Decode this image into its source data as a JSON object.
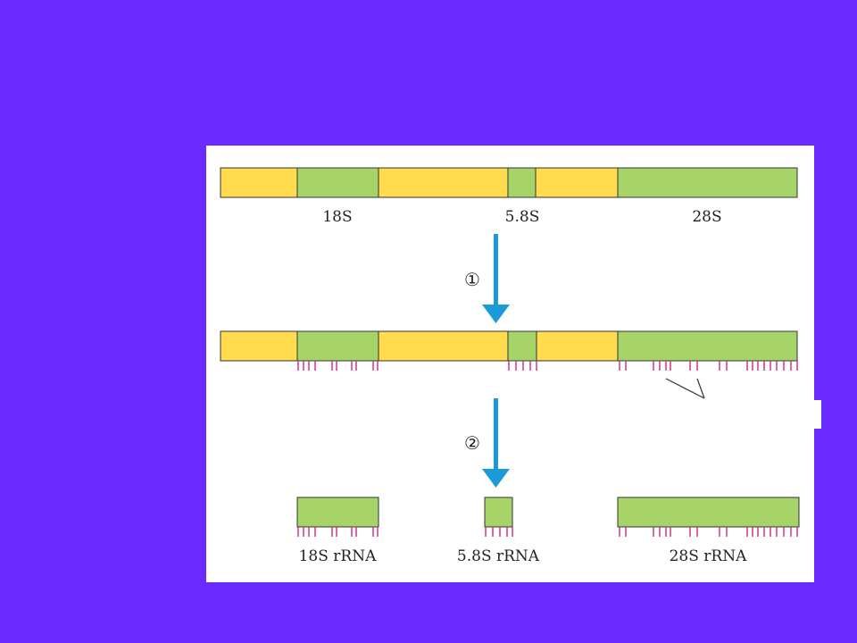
{
  "colors": {
    "background": "#6b2bff",
    "spacer": "#ffdb4d",
    "rrna": "#a6d469",
    "methyl_tick": "#d0368a",
    "arrow": "#1a9ad6",
    "outline": "#333333"
  },
  "primary_transcript": {
    "labels": [
      "18S",
      "5.8S",
      "28S"
    ]
  },
  "steps": [
    "①",
    "②"
  ],
  "products": {
    "labels": [
      "18S rRNA",
      "5.8S rRNA",
      "28S rRNA"
    ]
  },
  "icons": [
    "down-arrow-icon"
  ]
}
